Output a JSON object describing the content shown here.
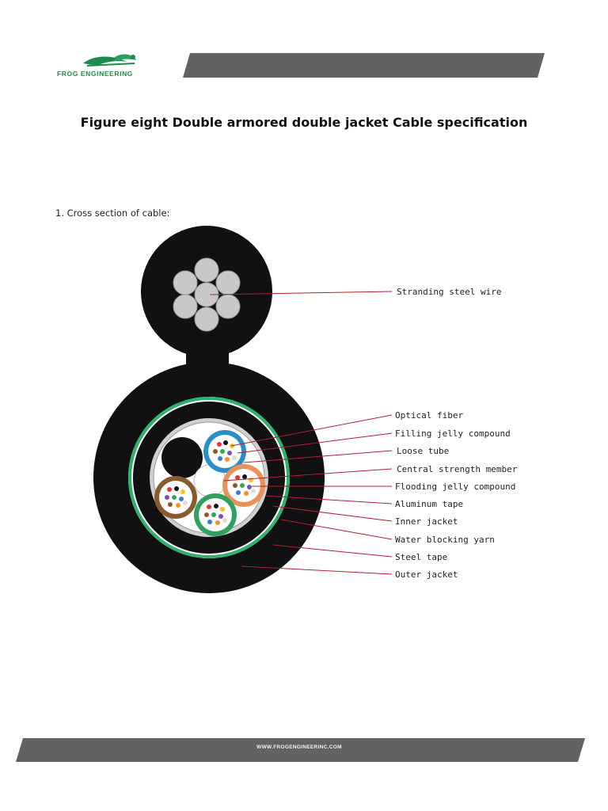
{
  "header": {
    "logo_text": "FROG ENGINEERING",
    "brand_color": "#1f8a4a",
    "bar_color": "#626262"
  },
  "title": "Figure eight Double armored double jacket Cable specification",
  "section_1": {
    "label": "1. Cross section of cable:"
  },
  "diagram": {
    "callouts": [
      {
        "label": "Stranding steel wire"
      },
      {
        "label": "Optical fiber"
      },
      {
        "label": "Filling jelly compound"
      },
      {
        "label": "Loose tube"
      },
      {
        "label": "Central strength member"
      },
      {
        "label": "Flooding jelly compound"
      },
      {
        "label": "Aluminum tape"
      },
      {
        "label": "Inner jacket"
      },
      {
        "label": "Water blocking yarn"
      },
      {
        "label": "Steel tape"
      },
      {
        "label": "Outer jacket"
      }
    ],
    "colors": {
      "jacket": "#111111",
      "green_ring": "#2fb26a",
      "callout_line": "#b02030",
      "tube_blue": "#2a8fc8",
      "tube_orange": "#e8915a",
      "tube_brown": "#8b5a2b",
      "tube_green": "#2fa060"
    }
  },
  "footer": {
    "url": "WWW.FROGENGINEERINC.COM"
  }
}
